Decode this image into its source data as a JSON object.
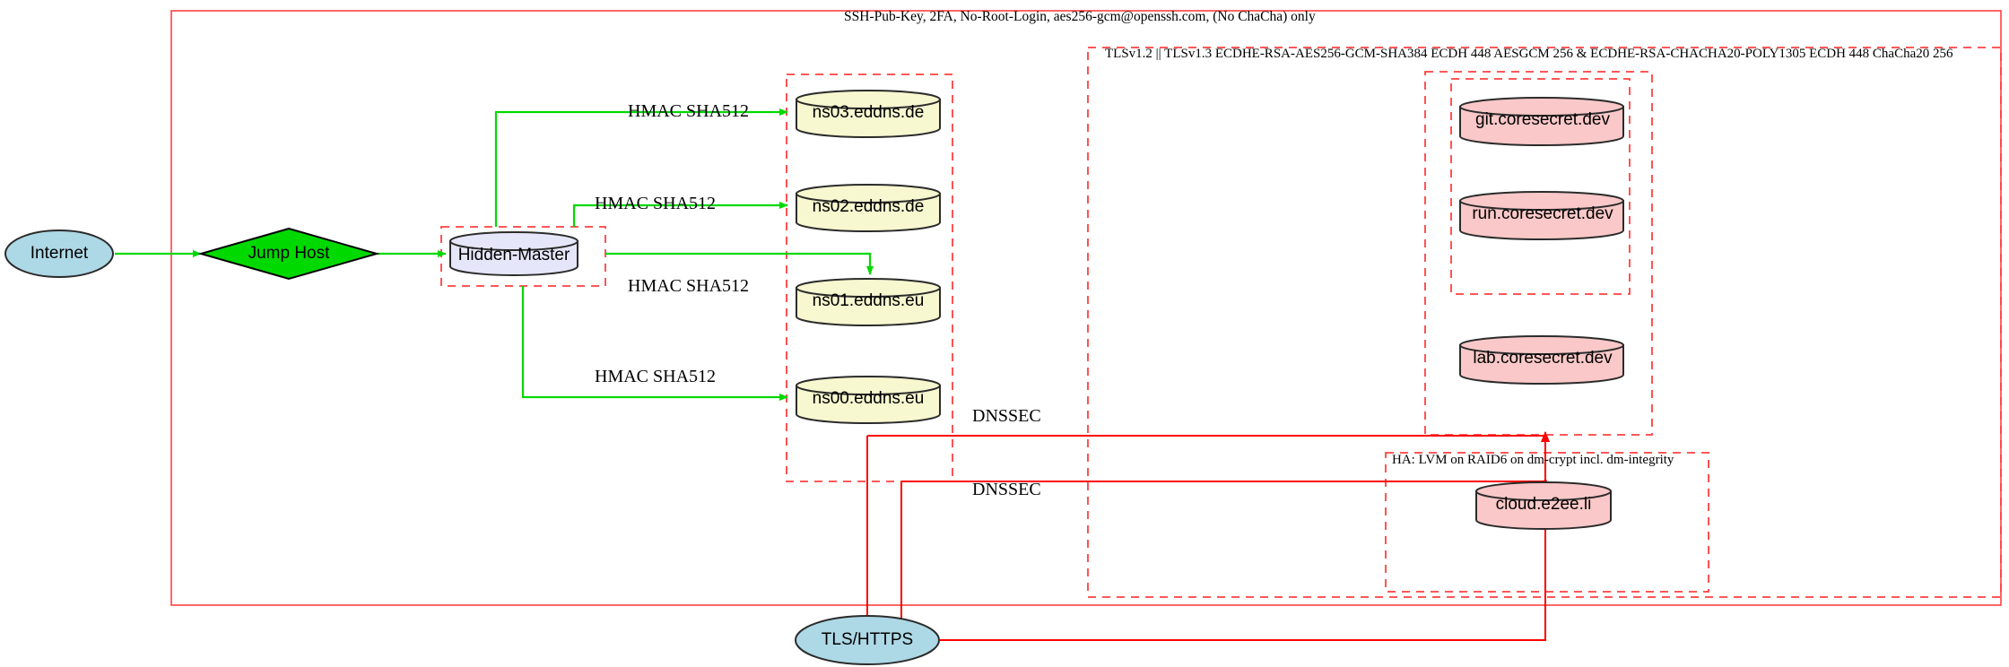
{
  "diagram": {
    "title_note": "SSH-Pub-Key, 2FA, No-Root-Login, aes256-gcm@openssh.com, (No ChaCha) only",
    "clusters": [
      {
        "id": "ssh-outer",
        "label": "SSH-Pub-Key, 2FA, No-Root-Login, aes256-gcm@openssh.com, (No ChaCha) only",
        "style": "solid-red"
      },
      {
        "id": "tls-cluster",
        "label": "TLSv1.2 || TLSv1.3 ECDHE-RSA-AES256-GCM-SHA384 ECDH 448 AESGCM 256 & ECDHE-RSA-CHACHA20-POLY1305 ECDH 448 ChaCha20 256",
        "style": "dashed-red"
      },
      {
        "id": "ha-cluster",
        "label": "HA: LVM on RAID6 on dm-crypt incl. dm-integrity",
        "style": "dashed-red"
      }
    ],
    "nodes": [
      {
        "id": "internet",
        "label": "Internet",
        "shape": "ellipse",
        "fill": "#add8e6"
      },
      {
        "id": "jump-host",
        "label": "Jump Host",
        "shape": "diamond",
        "fill": "#00d900"
      },
      {
        "id": "hidden-master",
        "label": "Hidden-Master",
        "shape": "cylinder",
        "fill": "#e6e6fa"
      },
      {
        "id": "ns03",
        "label": "ns03.eddns.de",
        "shape": "cylinder",
        "fill": "#f7f7d0"
      },
      {
        "id": "ns02",
        "label": "ns02.eddns.de",
        "shape": "cylinder",
        "fill": "#f7f7d0"
      },
      {
        "id": "ns01",
        "label": "ns01.eddns.eu",
        "shape": "cylinder",
        "fill": "#f7f7d0"
      },
      {
        "id": "ns00",
        "label": "ns00.eddns.eu",
        "shape": "cylinder",
        "fill": "#f7f7d0"
      },
      {
        "id": "git",
        "label": "git.coresecret.dev",
        "shape": "cylinder",
        "fill": "#fac8c8"
      },
      {
        "id": "run",
        "label": "run.coresecret.dev",
        "shape": "cylinder",
        "fill": "#fac8c8"
      },
      {
        "id": "lab",
        "label": "lab.coresecret.dev",
        "shape": "cylinder",
        "fill": "#fac8c8"
      },
      {
        "id": "cloud",
        "label": "cloud.e2ee.li",
        "shape": "cylinder",
        "fill": "#fac8c8"
      },
      {
        "id": "tls-https",
        "label": "TLS/HTTPS",
        "shape": "ellipse",
        "fill": "#add8e6"
      }
    ],
    "edge_labels": {
      "hmac_ns03": "HMAC SHA512",
      "hmac_ns02": "HMAC SHA512",
      "hmac_ns01": "HMAC SHA512",
      "hmac_ns00": "HMAC SHA512",
      "dnssec_upper": "DNSSEC",
      "dnssec_lower": "DNSSEC"
    },
    "colors": {
      "green_edge": "#00d900",
      "red_edge": "#ff0000",
      "cluster_red": "#ff4040",
      "outline": "#2b2b2b"
    }
  }
}
